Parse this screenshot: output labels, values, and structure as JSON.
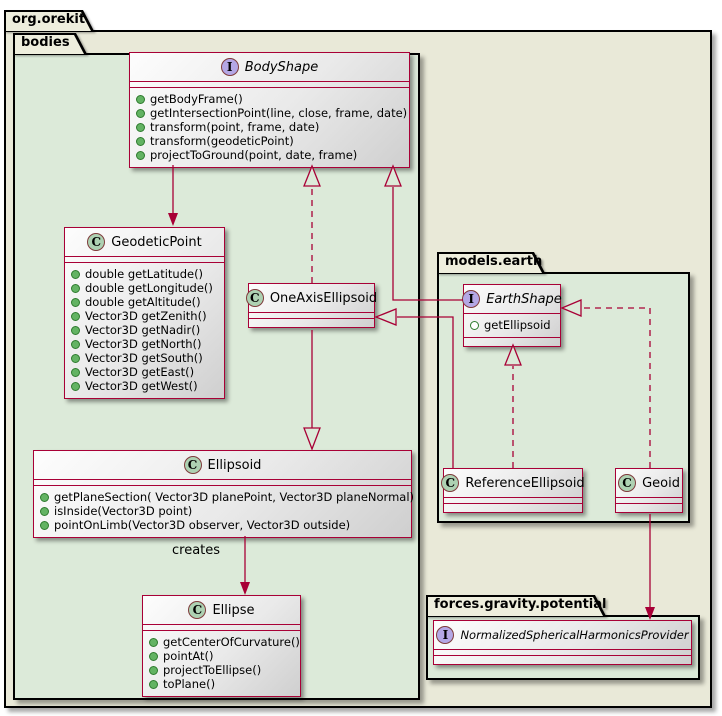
{
  "diagram": {
    "packages": {
      "orekit": "org.orekit",
      "bodies": "bodies",
      "models_earth": "models.earth",
      "forces_gravity_potential": "forces.gravity.potential"
    },
    "icons": {
      "interface_letter": "I",
      "class_letter": "C"
    },
    "classes": {
      "body_shape": {
        "kind": "interface",
        "name": "BodyShape",
        "methods": [
          "getBodyFrame()",
          "getIntersectionPoint(line, close, frame, date)",
          "transform(point, frame, date)",
          "transform(geodeticPoint)",
          "projectToGround(point, date, frame)"
        ]
      },
      "geodetic_point": {
        "kind": "class",
        "name": "GeodeticPoint",
        "methods": [
          "double getLatitude()",
          "double getLongitude()",
          "double getAltitude()",
          "Vector3D getZenith()",
          "Vector3D getNadir()",
          "Vector3D getNorth()",
          "Vector3D getSouth()",
          "Vector3D getEast()",
          "Vector3D getWest()"
        ]
      },
      "one_axis_ellipsoid": {
        "kind": "class",
        "name": "OneAxisEllipsoid",
        "methods": []
      },
      "earth_shape": {
        "kind": "interface",
        "name": "EarthShape",
        "fields": [
          "getEllipsoid"
        ]
      },
      "ellipsoid": {
        "kind": "class",
        "name": "Ellipsoid",
        "methods": [
          "getPlaneSection( Vector3D planePoint, Vector3D planeNormal)",
          "isInside(Vector3D point)",
          "pointOnLimb(Vector3D observer, Vector3D outside)"
        ]
      },
      "reference_ellipsoid": {
        "kind": "class",
        "name": "ReferenceEllipsoid",
        "methods": []
      },
      "geoid": {
        "kind": "class",
        "name": "Geoid",
        "methods": []
      },
      "ellipse": {
        "kind": "class",
        "name": "Ellipse",
        "methods": [
          "getCenterOfCurvature()",
          "pointAt()",
          "projectToEllipse()",
          "toPlane()"
        ]
      },
      "normalized_spherical_harmonics_provider": {
        "kind": "interface",
        "name": "NormalizedSphericalHarmonicsProvider",
        "methods": []
      }
    },
    "edges": {
      "creates_label": "creates",
      "relations": [
        {
          "from": "BodyShape",
          "to": "GeodeticPoint",
          "type": "directed-association"
        },
        {
          "from": "OneAxisEllipsoid",
          "to": "BodyShape",
          "type": "realization"
        },
        {
          "from": "EarthShape",
          "to": "BodyShape",
          "type": "generalization"
        },
        {
          "from": "OneAxisEllipsoid",
          "to": "Ellipsoid",
          "type": "generalization"
        },
        {
          "from": "ReferenceEllipsoid",
          "to": "OneAxisEllipsoid",
          "type": "generalization"
        },
        {
          "from": "ReferenceEllipsoid",
          "to": "EarthShape",
          "type": "realization"
        },
        {
          "from": "Geoid",
          "to": "EarthShape",
          "type": "realization"
        },
        {
          "from": "Ellipsoid",
          "to": "Ellipse",
          "type": "directed-association",
          "label": "creates"
        },
        {
          "from": "Geoid",
          "to": "NormalizedSphericalHarmonicsProvider",
          "type": "directed-association"
        }
      ]
    },
    "colors": {
      "edge": "#A80036",
      "class_icon": "#ADD1B2",
      "interface_icon": "#B4A7E5",
      "package_fill_green": "#dcead9",
      "package_fill_beige": "#e9e9d8",
      "tab_fill": "#eeeedd",
      "method_public_dot": "#63b363"
    }
  }
}
